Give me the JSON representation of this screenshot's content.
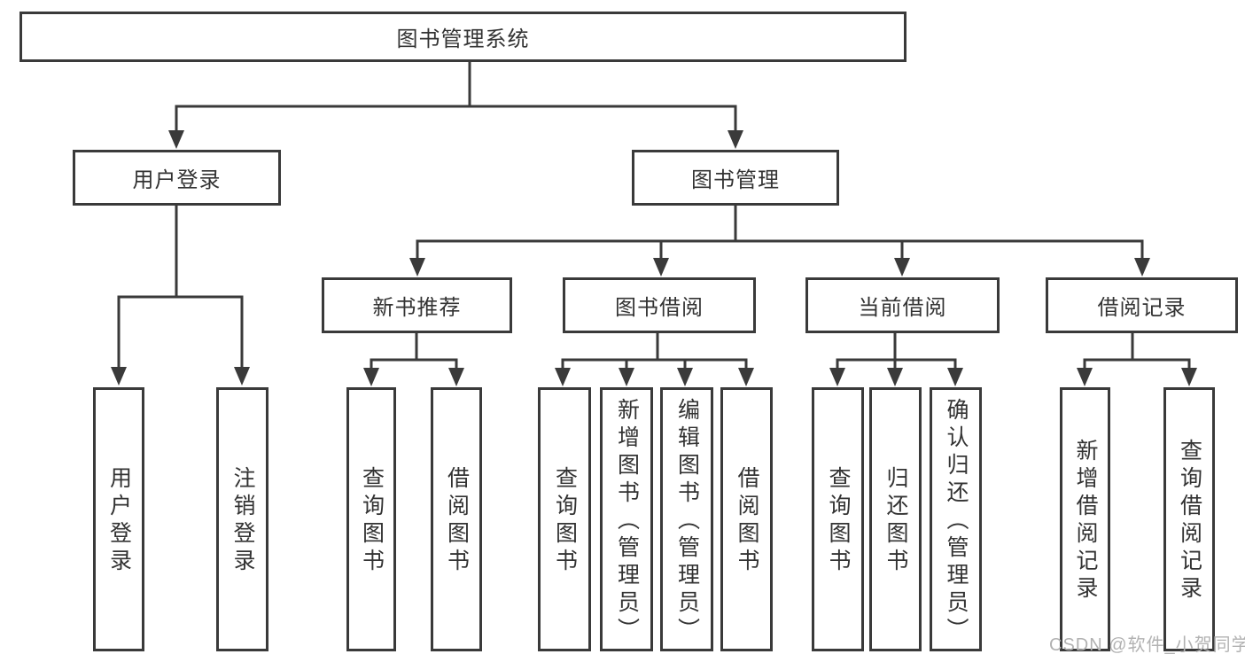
{
  "diagram": {
    "root": {
      "label": "图书管理系统"
    },
    "level2": [
      {
        "label": "用户登录",
        "children": [
          "用户登录",
          "注销登录"
        ]
      },
      {
        "label": "图书管理"
      }
    ],
    "level3": [
      {
        "label": "新书推荐",
        "children": [
          "查询图书",
          "借阅图书"
        ]
      },
      {
        "label": "图书借阅",
        "children": [
          "查询图书",
          "新增图书（管理员）",
          "编辑图书（管理员）",
          "借阅图书"
        ]
      },
      {
        "label": "当前借阅",
        "children": [
          "查询图书",
          "归还图书",
          "确认归还（管理员）"
        ]
      },
      {
        "label": "借阅记录",
        "children": [
          "新增借阅记录",
          "查询借阅记录"
        ]
      }
    ]
  },
  "watermark": {
    "label": "CSDN @软件_小贺同学"
  },
  "colors": {
    "line": "#3a3a3a",
    "box_border": "#3a3a3a",
    "text": "#333333",
    "watermark": "#b2b2b2",
    "background": "#ffffff"
  }
}
